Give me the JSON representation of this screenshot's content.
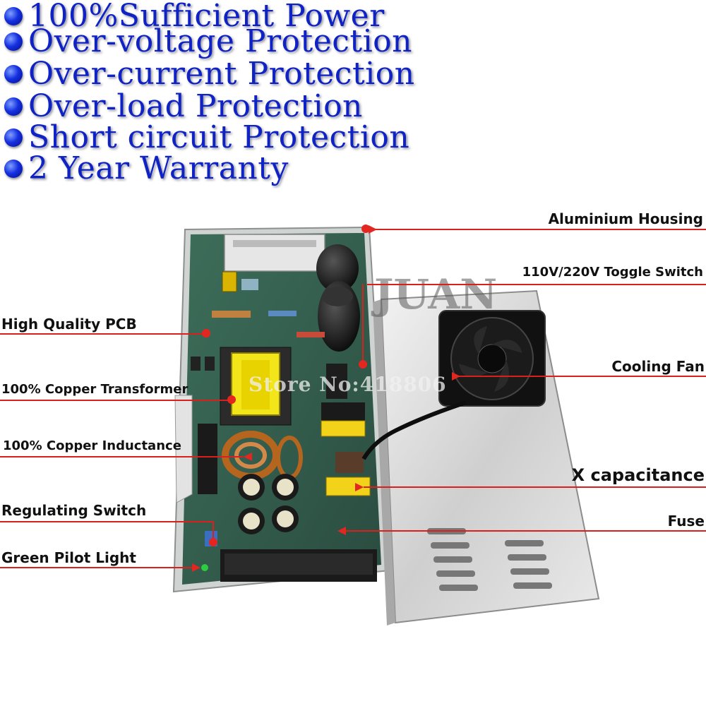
{
  "features": [
    "100%Sufficient Power",
    "Over-voltage Protection",
    "Over-current Protection",
    "Over-load Protection",
    "Short circuit Protection",
    "2 Year Warranty"
  ],
  "callouts": {
    "aluminium_housing": "Aluminium Housing",
    "toggle_switch": "110V/220V Toggle Switch",
    "pcb": "High Quality  PCB",
    "cooling_fan": "Cooling Fan",
    "transformer": "100% Copper Transformer",
    "inductance": "100% Copper Inductance",
    "x_capacitance": "X capacitance",
    "regulating_switch": "Regulating Switch",
    "fuse": "Fuse",
    "pilot_light": "Green Pilot Light"
  },
  "watermark": {
    "line1": "JUAN",
    "line2": "Store No:418806"
  },
  "colors": {
    "feature_text": "#0f22c4",
    "leader": "#d9201d",
    "pcb": "#2f5d4c",
    "housing": "#d8d8d8"
  }
}
